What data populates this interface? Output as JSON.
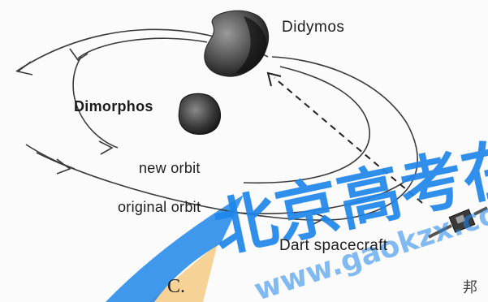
{
  "labels": {
    "didymos": "Didymos",
    "dimorphos": "Dimorphos",
    "new_orbit": "new orbit",
    "original_orbit": "original orbit",
    "dart_spacecraft": "Dart spacecraft",
    "option": "C.",
    "page_mark": "邦"
  },
  "watermark": {
    "chinese": "北京高考在线",
    "url": "www.gaokzx.com"
  },
  "colors": {
    "ink": "#1c1c1c",
    "watermark_blue": "#1f86ea",
    "watermark_orange": "#f3b043"
  }
}
